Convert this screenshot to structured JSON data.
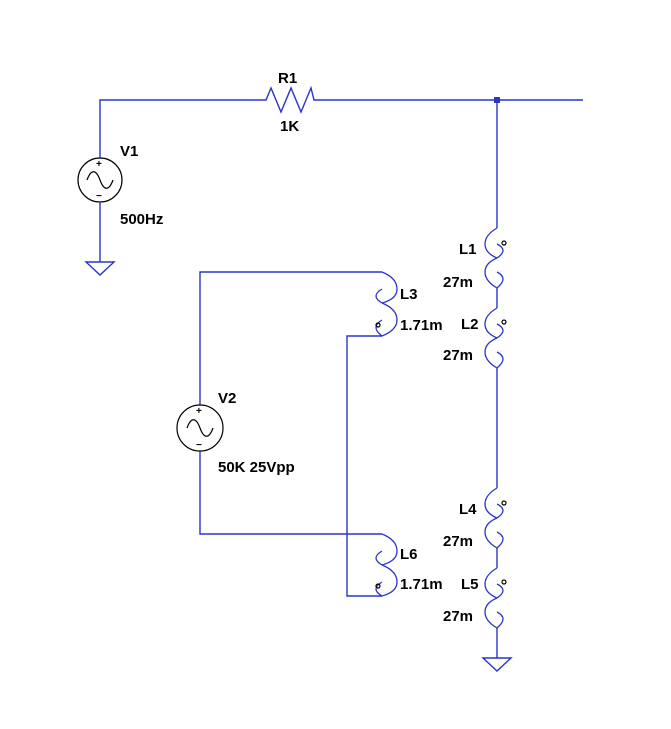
{
  "components": {
    "r1": {
      "name": "R1",
      "value": "1K"
    },
    "v1": {
      "name": "V1",
      "value": "500Hz"
    },
    "v2": {
      "name": "V2",
      "value": "50K 25Vpp"
    },
    "l1": {
      "name": "L1",
      "value": "27m"
    },
    "l2": {
      "name": "L2",
      "value": "27m"
    },
    "l3": {
      "name": "L3",
      "value": "1.71m"
    },
    "l4": {
      "name": "L4",
      "value": "27m"
    },
    "l5": {
      "name": "L5",
      "value": "27m"
    },
    "l6": {
      "name": "L6",
      "value": "1.71m"
    }
  },
  "source_signs": {
    "plus": "+",
    "minus": "−"
  },
  "colors": {
    "wire": "#2a35c9",
    "symbol": "#000000",
    "background": "#ffffff"
  }
}
